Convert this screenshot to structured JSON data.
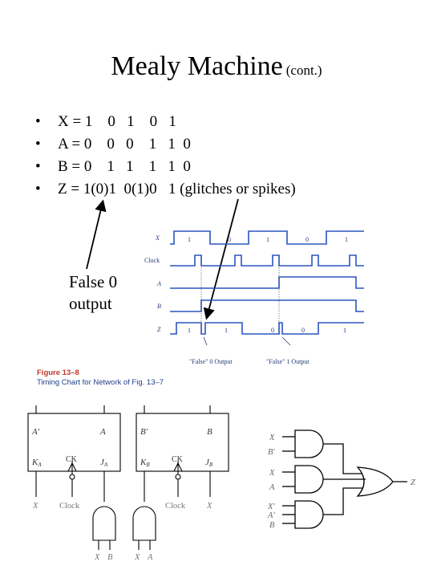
{
  "title": {
    "main": "Mealy Machine",
    "sub": "(cont.)"
  },
  "bullets": [
    {
      "marker": "•",
      "text": "X = 1    0   1    0   1"
    },
    {
      "marker": "•",
      "text": "A = 0    0   0    1   1  0"
    },
    {
      "marker": "•",
      "text": "B = 0    1   1    1   1  0"
    },
    {
      "marker": "•",
      "text": "Z = 1(0)1  0(1)0   1 (glitches or spikes)"
    }
  ],
  "callout": {
    "text": "False 0\noutput"
  },
  "timing": {
    "signals": [
      "X",
      "Clock",
      "A",
      "B",
      "Z"
    ],
    "x_values": [
      "1",
      "0",
      "1",
      "0",
      "1"
    ],
    "z_values": [
      "1",
      "1",
      "0",
      "0",
      "1"
    ],
    "annotation_left": "\"False\" 0 Output",
    "annotation_right": "\"False\" 1 Output"
  },
  "figure": {
    "number": "Figure 13–8",
    "caption": "Timing Chart for Network of Fig. 13–7"
  },
  "flipflops": [
    {
      "top_left": "A′",
      "top_right": "A",
      "k": "K",
      "k_sub": "A",
      "ck": "CK",
      "j": "J",
      "j_sub": "A",
      "bottom_left": "X",
      "bottom_mid": "Clock"
    },
    {
      "top_left": "B′",
      "top_right": "B",
      "k": "K",
      "k_sub": "B",
      "ck": "CK",
      "j": "J",
      "j_sub": "B",
      "bottom_mid": "Clock",
      "bottom_right": "X"
    }
  ],
  "and_gate_inputs": [
    [
      "X",
      "B"
    ],
    [
      "X",
      "A"
    ]
  ],
  "logic": {
    "gate1_inputs": [
      "X",
      "B′"
    ],
    "gate2_inputs": [
      "X",
      "A"
    ],
    "gate3_inputs": [
      "X′",
      "A′",
      "B"
    ],
    "output": "Z"
  }
}
